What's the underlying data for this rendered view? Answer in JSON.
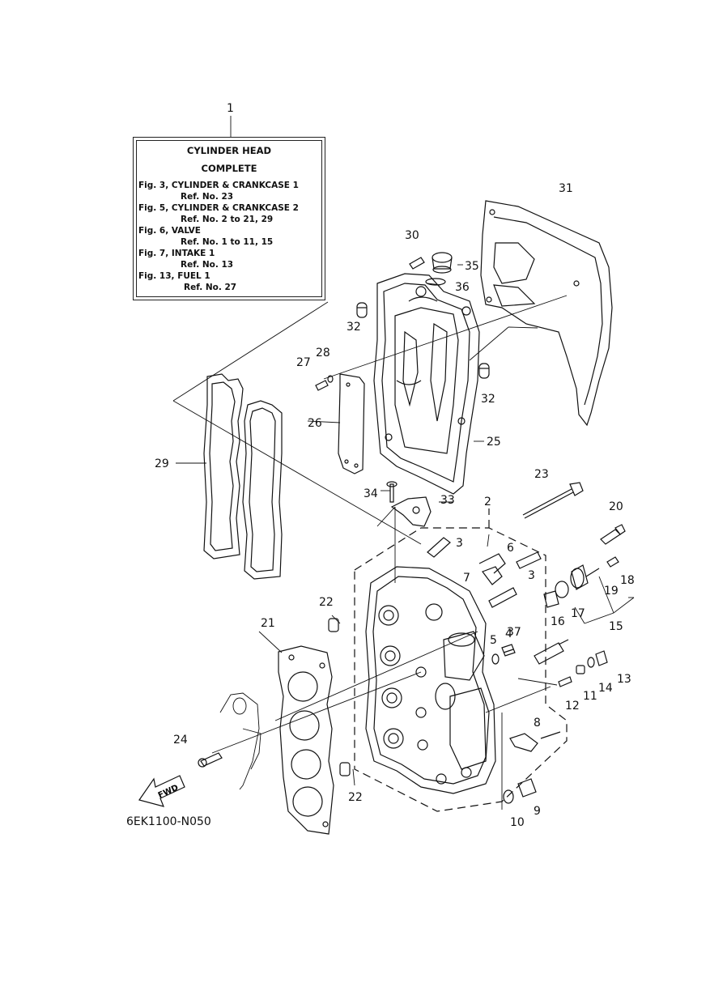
{
  "reference_box": {
    "callout": "1",
    "title_line1": "CYLINDER HEAD",
    "title_line2": "COMPLETE",
    "entries": [
      {
        "fig": "Fig. 3, CYLINDER & CRANKCASE 1",
        "ref": "Ref. No. 23"
      },
      {
        "fig": "Fig. 5, CYLINDER & CRANKCASE 2",
        "ref": "Ref. No. 2 to 21, 29"
      },
      {
        "fig": "Fig. 6, VALVE",
        "ref": "Ref. No. 1 to 11, 15"
      },
      {
        "fig": "Fig. 7, INTAKE 1",
        "ref": "Ref. No. 13"
      },
      {
        "fig": "Fig. 13, FUEL 1",
        "ref": "Ref. No. 27"
      }
    ]
  },
  "callouts": {
    "c2": "2",
    "c3a": "3",
    "c3b": "3",
    "c4": "4",
    "c5": "5",
    "c6": "6",
    "c7": "7",
    "c8": "8",
    "c9": "9",
    "c10": "10",
    "c11": "11",
    "c12": "12",
    "c13": "13",
    "c14": "14",
    "c15": "15",
    "c16": "16",
    "c17": "17",
    "c18": "18",
    "c19": "19",
    "c20": "20",
    "c21": "21",
    "c22a": "22",
    "c22b": "22",
    "c23": "23",
    "c24": "24",
    "c25": "25",
    "c26": "26",
    "c27": "27",
    "c28": "28",
    "c29": "29",
    "c30": "30",
    "c31": "31",
    "c32a": "32",
    "c32b": "32",
    "c33": "33",
    "c34": "34",
    "c35": "35",
    "c36": "36",
    "c37": "37"
  },
  "fwd_label": "FWD",
  "diagram_code": "6EK1100-N050"
}
